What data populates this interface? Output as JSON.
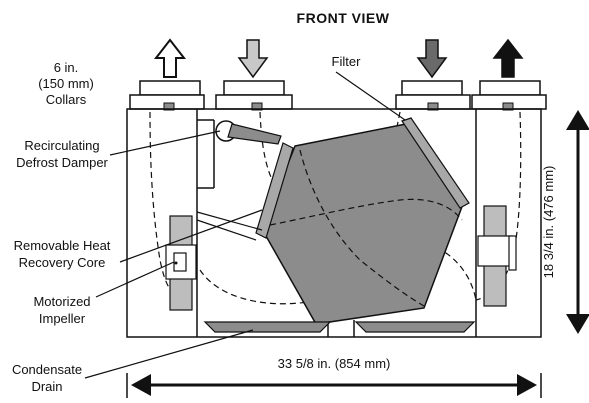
{
  "title": "FRONT VIEW",
  "labels": {
    "collars_1": "6 in.",
    "collars_2": "(150 mm)",
    "collars_3": "Collars",
    "filter": "Filter",
    "damper_1": "Recirculating",
    "damper_2": "Defrost Damper",
    "core_1": "Removable Heat",
    "core_2": "Recovery Core",
    "impeller_1": "Motorized",
    "impeller_2": "Impeller",
    "drain_1": "Condensate",
    "drain_2": "Drain",
    "width_dim": "33 5/8 in. (854 mm)",
    "height_dim": "18 3/4 in. (476 mm)"
  },
  "colors": {
    "outline": "#111111",
    "core_fill": "#8c8c8c",
    "filter_fill": "#a8a8a8",
    "arrow_light": "#c8c8c8",
    "arrow_dark": "#6a6a6a",
    "arrow_black": "#111111",
    "impeller_fill": "#bdbdbd"
  },
  "icons": {
    "arrow_1": "up-arrow-outline-icon",
    "arrow_2": "down-arrow-light-gray-icon",
    "arrow_3": "down-arrow-dark-gray-icon",
    "arrow_4": "up-arrow-black-icon"
  }
}
